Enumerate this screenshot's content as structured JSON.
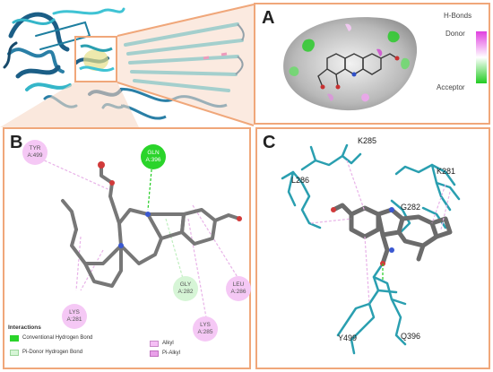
{
  "panels": {
    "a_label": "A",
    "b_label": "B",
    "c_label": "C"
  },
  "panel_a": {
    "legend_title": "H-Bonds",
    "legend_top": "Donor",
    "legend_bottom": "Acceptor",
    "colors": {
      "donor": "#e040e0",
      "acceptor": "#22cc22"
    }
  },
  "panel_b": {
    "residues": [
      {
        "name": "TYR",
        "id": "A:499",
        "type": "alkyl"
      },
      {
        "name": "GLN",
        "id": "A:396",
        "type": "conventional"
      },
      {
        "name": "GLY",
        "id": "A:282",
        "type": "pi-donor"
      },
      {
        "name": "LEU",
        "id": "A:286",
        "type": "pi-alkyl"
      },
      {
        "name": "LYS",
        "id": "A:281",
        "type": "pi-alkyl"
      },
      {
        "name": "LYS",
        "id": "A:285",
        "type": "pi-alkyl"
      }
    ],
    "legend": {
      "title": "Interactions",
      "items": [
        {
          "label": "Conventional Hydrogen Bond",
          "color": "#2ad42a"
        },
        {
          "label": "Pi-Donor Hydrogen Bond",
          "color": "#d6f5d6"
        },
        {
          "label": "Alkyl",
          "color": "#f5bff5"
        },
        {
          "label": "Pi-Alkyl",
          "color": "#e9a0e9"
        }
      ]
    }
  },
  "panel_c": {
    "labels": [
      "K285",
      "L286",
      "K281",
      "G282",
      "Y499",
      "Q396"
    ]
  },
  "colors": {
    "accent": "#f0a77a",
    "protein": "#2a9fb0",
    "ligand": "#6b6b6b"
  }
}
